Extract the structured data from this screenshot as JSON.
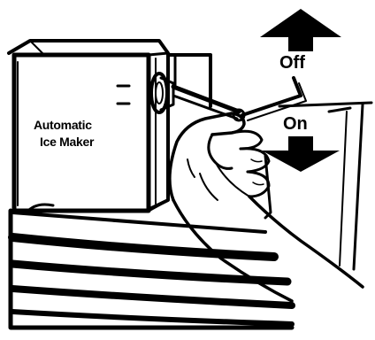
{
  "diagram": {
    "unit_label_line1": "Automatic",
    "unit_label_line2": "Ice Maker",
    "off_label": "Off",
    "on_label": "On",
    "off_arrow_icon": "arrow-up-icon",
    "on_arrow_icon": "arrow-down-icon"
  }
}
